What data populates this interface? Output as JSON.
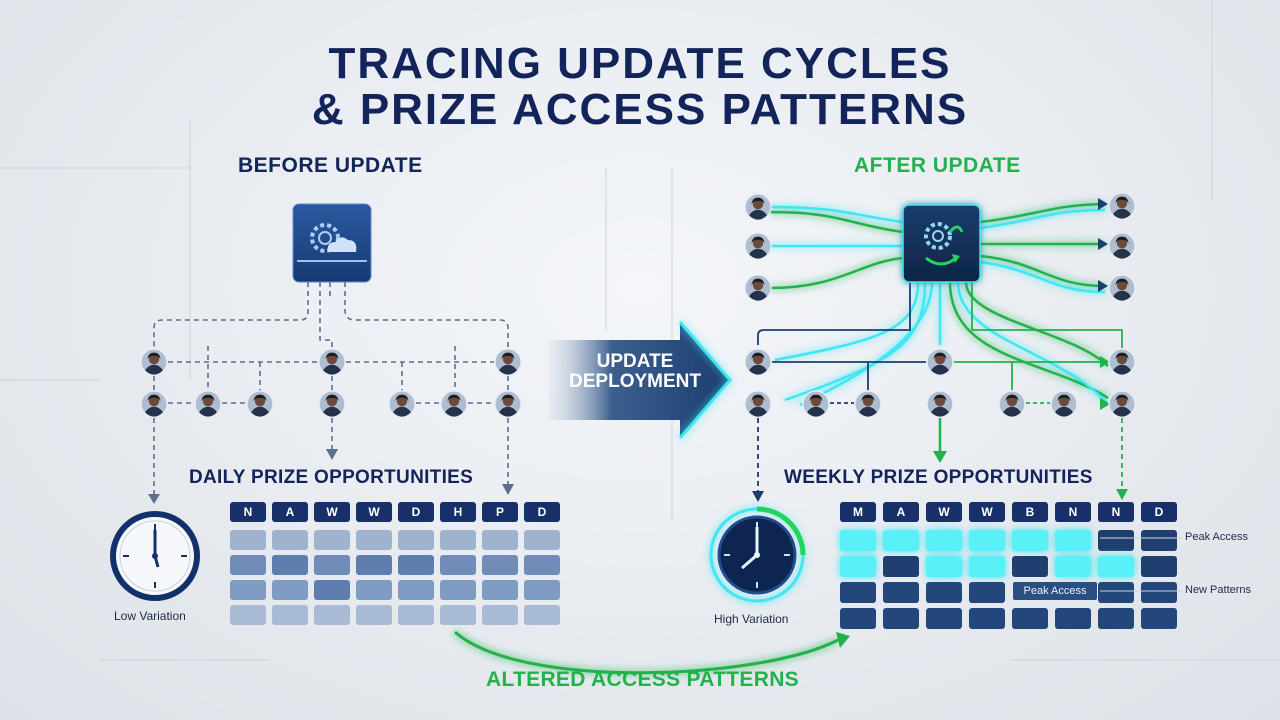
{
  "title_line1": "TRACING UPDATE CYCLES",
  "title_line2": "& PRIZE ACCESS PATTERNS",
  "before": {
    "heading": "BEFORE UPDATE",
    "grid_title": "DAILY PRIZE OPPORTUNITIES",
    "days": [
      "N",
      "A",
      "W",
      "W",
      "D",
      "H",
      "P",
      "D"
    ],
    "clock_label": "Low Variation"
  },
  "arrow_label_line1": "UPDATE",
  "arrow_label_line2": "DEPLOYMENT",
  "after": {
    "heading": "AFTER UPDATE",
    "grid_title": "WEEKLY PRIZE OPPORTUNITIES",
    "days": [
      "M",
      "A",
      "W",
      "W",
      "B",
      "N",
      "N",
      "D"
    ],
    "clock_label": "High Variation",
    "annotation_peak_right": "Peak Access",
    "annotation_peak_inner": "Peak Access",
    "annotation_new_patterns": "New Patterns"
  },
  "bottom_label": "ALTERED ACCESS PATTERNS",
  "colors": {
    "navy": "#12245a",
    "green": "#22b24c",
    "cyan": "#3fe6f2",
    "blue": "#2f5f9a"
  }
}
